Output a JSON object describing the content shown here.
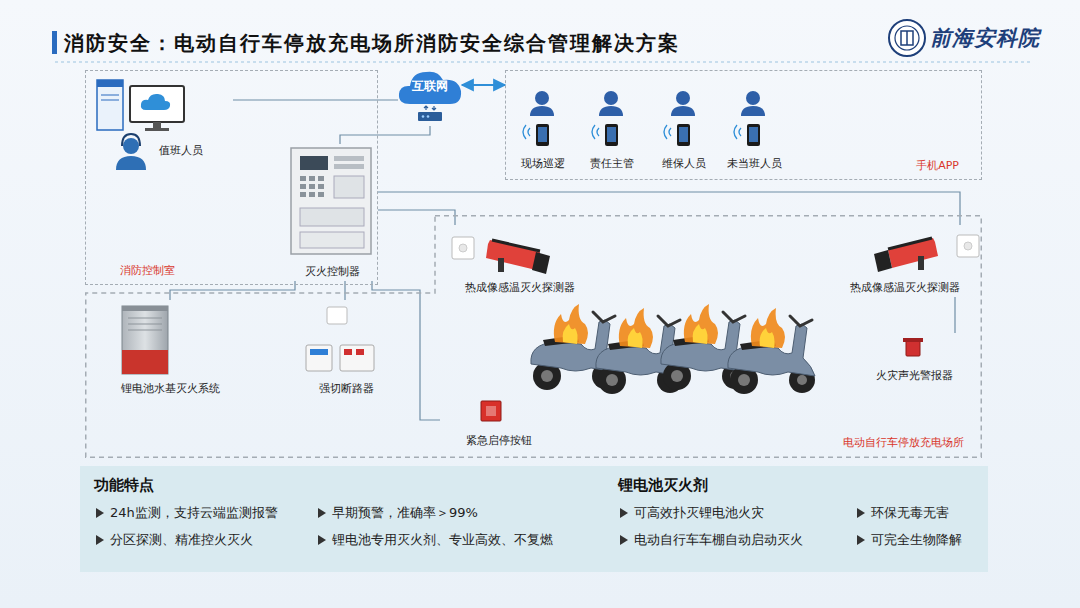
{
  "diagram": {
    "title": "消防安全：电动自行车停放充电场所消防安全综合管理解决方案",
    "nodes": [
      {
        "text": [
          "消防控制室"
        ]
      },
      {
        "text": [
          "值班人员"
        ],
        "in": 0
      },
      {
        "text": [
          "灭火控制器"
        ],
        "in": 0
      },
      {
        "text": [
          "互联网"
        ]
      },
      {
        "text": [
          "手机APP"
        ]
      },
      {
        "text": [
          "现场巡逻"
        ],
        "in": 4
      },
      {
        "text": [
          "责任主管"
        ],
        "in": 4
      },
      {
        "text": [
          "维保人员"
        ],
        "in": 4
      },
      {
        "text": [
          "未当班人员"
        ],
        "in": 4
      },
      {
        "text": [
          "电动自行车停放充电场所"
        ]
      },
      {
        "text": [
          "热成像感温灭火探测器"
        ],
        "in": 9
      },
      {
        "text": [
          "热成像感温灭火探测器"
        ],
        "in": 9
      },
      {
        "text": [
          "锂电池水基灭火系统"
        ],
        "in": 9
      },
      {
        "text": [
          "强切断路器"
        ],
        "in": 9
      },
      {
        "text": [
          "紧急启停按钮"
        ],
        "in": 9
      },
      {
        "text": [
          "火灾声光警报器"
        ],
        "in": 9
      },
      {
        "text": [
          "功能特点",
          "24h监测，支持云端监测报警",
          "早期预警，准确率＞99%",
          "分区探测、精准控火灭火",
          "锂电池专用灭火剂、专业高效、不复燃"
        ]
      },
      {
        "text": [
          "锂电池灭火剂",
          "可高效扑灭锂电池火灾",
          "环保无毒无害",
          "电动自行车车棚自动启动灭火",
          "可完全生物降解"
        ]
      }
    ],
    "edges": [
      {
        "from": 1,
        "to": 3,
        "arrow": "none"
      },
      {
        "from": 2,
        "to": 3,
        "arrow": "none"
      },
      {
        "from": 3,
        "to": 4,
        "arrow": "both"
      },
      {
        "from": 2,
        "to": 10,
        "arrow": "none"
      },
      {
        "from": 2,
        "to": 11,
        "arrow": "none"
      },
      {
        "from": 2,
        "to": 12,
        "arrow": "none"
      },
      {
        "from": 2,
        "to": 13,
        "arrow": "none"
      },
      {
        "from": 2,
        "to": 14,
        "arrow": "none"
      },
      {
        "from": 11,
        "to": 15,
        "arrow": "none"
      }
    ],
    "labels": [
      "前海安科院"
    ]
  }
}
